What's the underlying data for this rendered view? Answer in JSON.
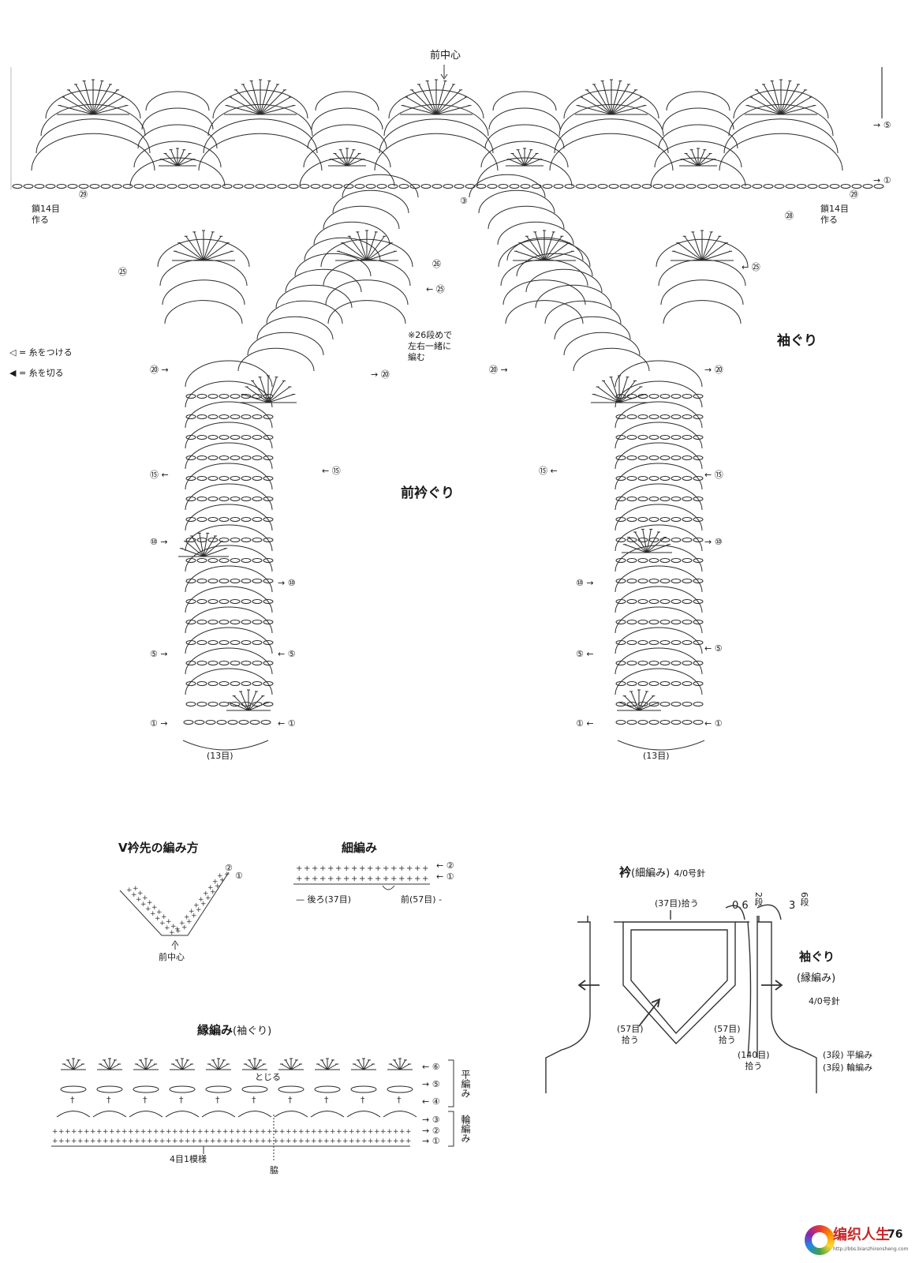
{
  "main_chart": {
    "front_center": "前中心",
    "legend": [
      {
        "symbol": "◁",
        "text": "= 糸をつける"
      },
      {
        "symbol": "◀",
        "text": "= 糸を切る"
      }
    ],
    "chain_left": "鎖14目\n作る",
    "chain_right": "鎖14目\n作る",
    "note": "※26段めで\n左右一緒に\n編む",
    "armhole": "袖ぐり",
    "front_neckline": "前衿ぐり",
    "bottom_count_left": "(13目)",
    "bottom_count_right": "(13目)",
    "row_marks": [
      "①",
      "③",
      "⑤",
      "⑩",
      "⑮",
      "⑳",
      "㉕",
      "㉖",
      "㉘",
      "㉙"
    ]
  },
  "v_neck": {
    "title": "V衿先の編み方",
    "rows": [
      "②",
      "①"
    ],
    "center": "前中心"
  },
  "sc": {
    "title": "細編み",
    "rows": [
      "②",
      "①"
    ],
    "back": "後ろ(37目)",
    "front": "前(57目)"
  },
  "edging": {
    "title": "縁編み",
    "title_sub": "(袖ぐり)",
    "close": "とじる",
    "rows": [
      "⑥",
      "⑤",
      "④",
      "③",
      "②",
      "①"
    ],
    "flat": "平編み",
    "round": "輪編み",
    "repeat": "4目1模様",
    "side": "脇"
  },
  "schematic": {
    "collar_title": "衿",
    "collar_sub": "(細編み)",
    "collar_needle": "4/0号針",
    "pick_37": "(37目)拾う",
    "rows_06": "0.6",
    "rows_2": "2段",
    "rows_3": "3",
    "rows_6": "6段",
    "armhole_title": "袖ぐり",
    "armhole_sub": "(縁編み)",
    "armhole_needle": "4/0号針",
    "pick_57_left": "(57目)\n拾う",
    "pick_57_right": "(57目)\n拾う",
    "pick_140": "(140目)\n拾う",
    "flat_3": "(3段) 平編み",
    "round_3": "(3段) 輪編み"
  },
  "footer": {
    "logo": "编织人生",
    "url": "http://bbs.bianzhirensheng.com",
    "page_number": "76"
  }
}
